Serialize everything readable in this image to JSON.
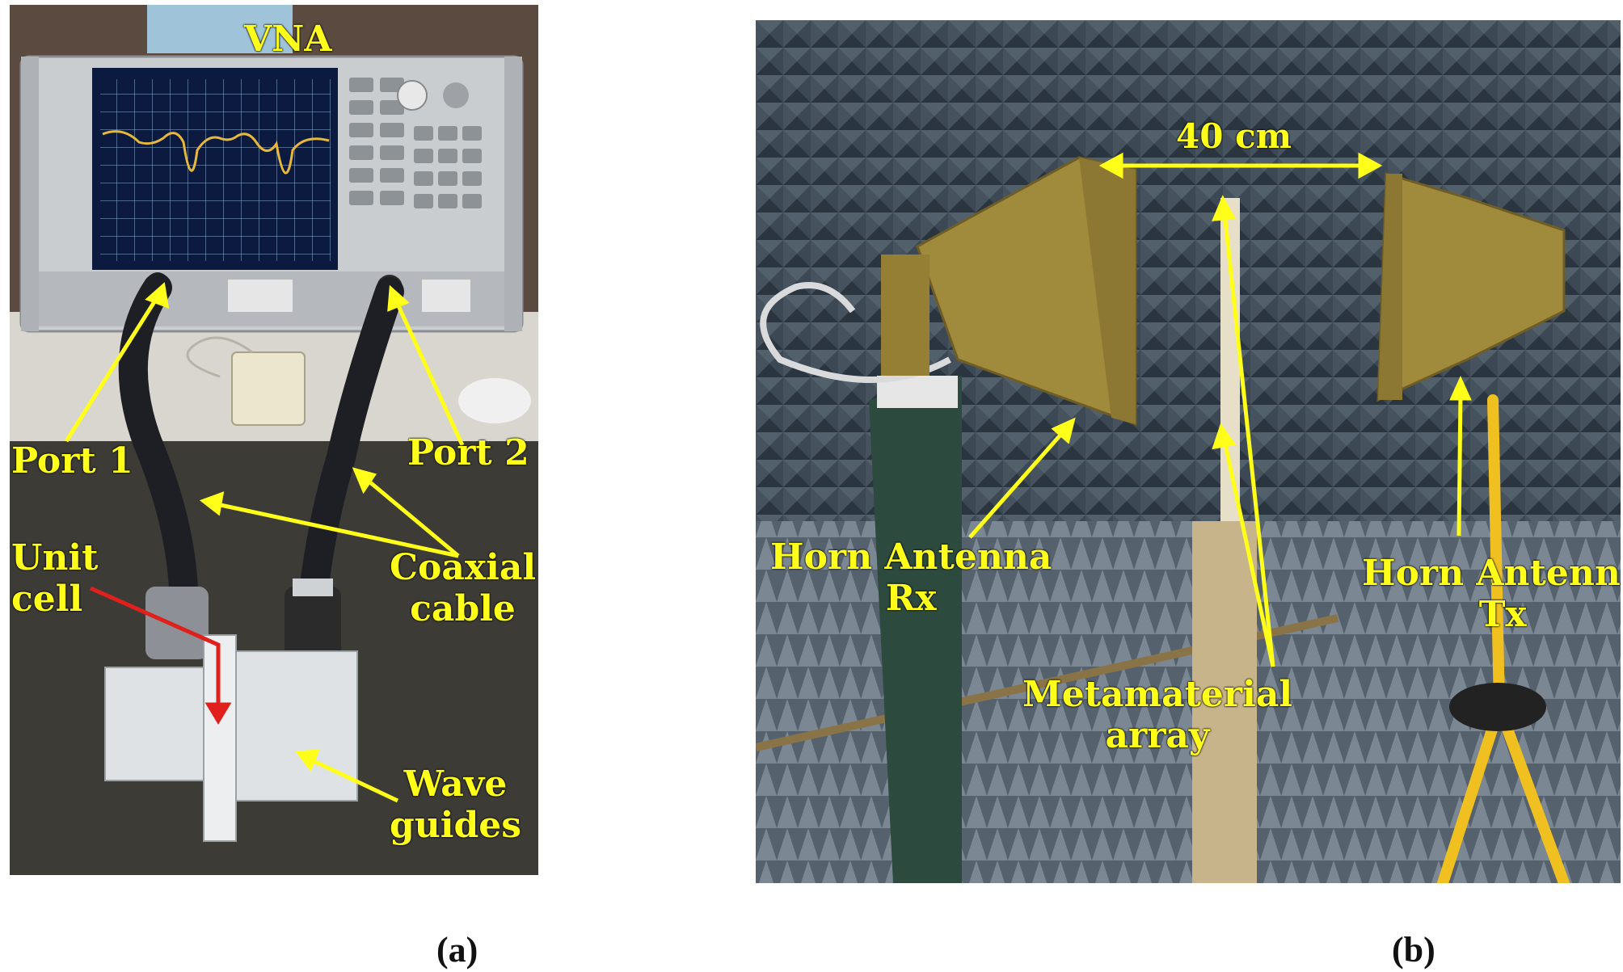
{
  "panel_a": {
    "labels": {
      "vna": "VNA",
      "port1": "Port 1",
      "port2": "Port 2",
      "unit_cell_line1": "Unit",
      "unit_cell_line2": "cell",
      "coaxial_line1": "Coaxial",
      "coaxial_line2": "cable",
      "wave_line1": "Wave",
      "wave_line2": "guides"
    },
    "caption": "(a)"
  },
  "panel_b": {
    "labels": {
      "distance": "40 cm",
      "rx_line1": "Horn Antenna",
      "rx_line2": "Rx",
      "tx_line1": "Horn Antenna",
      "tx_line2": "Tx",
      "meta_line1": "Metamaterial",
      "meta_line2": "array"
    },
    "caption": "(b)"
  },
  "colors": {
    "annotation_yellow": "#ffff1a",
    "arrow_red": "#e0201c",
    "absorber": "#3f4a55",
    "antenna_gold": "#a08a3c"
  }
}
